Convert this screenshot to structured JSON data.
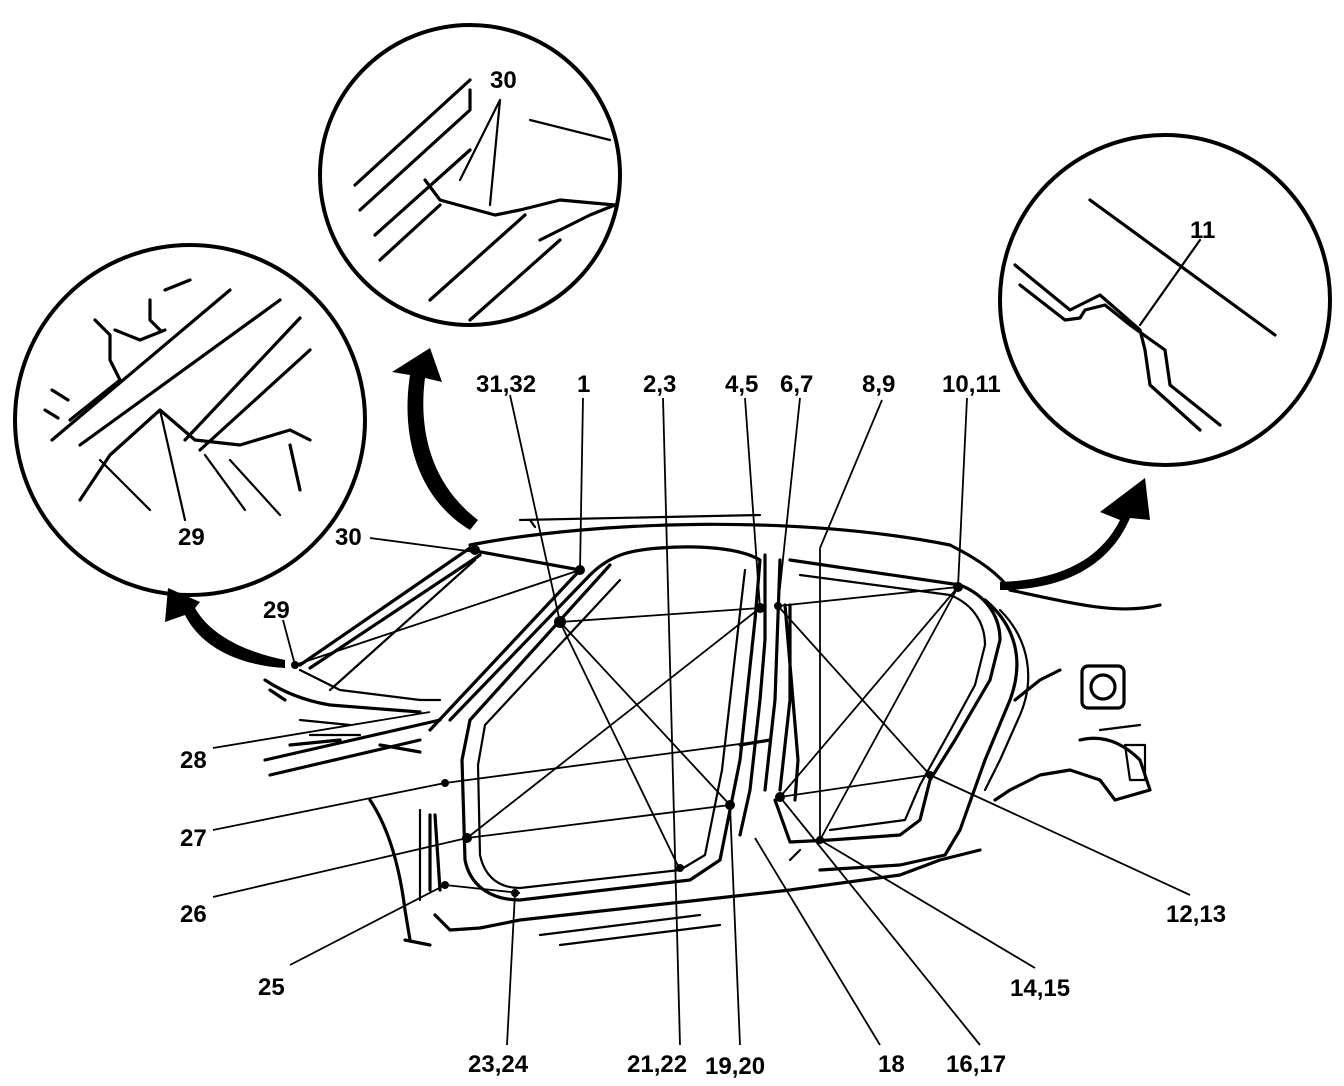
{
  "labels": {
    "l31_32": "31,32",
    "l1": "1",
    "l2_3": "2,3",
    "l4_5": "4,5",
    "l6_7": "6,7",
    "l8_9": "8,9",
    "l10_11": "10,11",
    "l30": "30",
    "l29": "29",
    "l28": "28",
    "l27": "27",
    "l26": "26",
    "l25": "25",
    "l23_24": "23,24",
    "l21_22": "21,22",
    "l19_20": "19,20",
    "l18": "18",
    "l16_17": "16,17",
    "l14_15": "14,15",
    "l12_13": "12,13"
  },
  "details": {
    "left_circle_label": "29",
    "mid_circle_label": "30",
    "right_circle_label": "11"
  }
}
